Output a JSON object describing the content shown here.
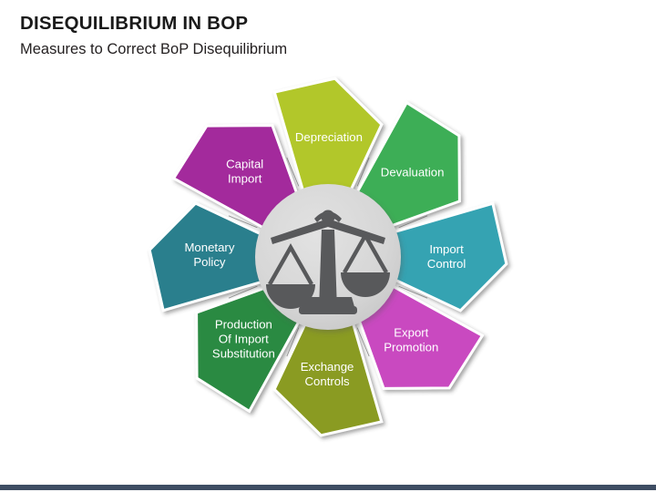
{
  "header": {
    "title": "DISEQUILIBRIUM IN BOP",
    "subtitle": "Measures to Correct BoP Disequilibrium"
  },
  "diagram": {
    "type": "radial-petal-wheel",
    "center_icon": "balance-scales-icon",
    "center_circle_color": "#d4d4d4",
    "center_icon_color": "#58595b",
    "segment_count": 8,
    "segments": [
      {
        "id": "depreciation",
        "label": "Depreciation",
        "lines": [
          "Depreciation"
        ],
        "color": "#b2c72c",
        "angle_deg": -90
      },
      {
        "id": "devaluation",
        "label": "Devaluation",
        "lines": [
          "Devaluation"
        ],
        "color": "#3cae56",
        "angle_deg": -45
      },
      {
        "id": "import-control",
        "label": "Import Control",
        "lines": [
          "Import",
          "Control"
        ],
        "color": "#36a3b2",
        "angle_deg": 0
      },
      {
        "id": "export-promotion",
        "label": "Export Promotion",
        "lines": [
          "Export",
          "Promotion"
        ],
        "color": "#c948c0",
        "angle_deg": 45
      },
      {
        "id": "exchange-controls",
        "label": "Exchange Controls",
        "lines": [
          "Exchange",
          "Controls"
        ],
        "color": "#8a9b20",
        "angle_deg": 90
      },
      {
        "id": "production-of-import-substitution",
        "label": "Production Of Import Substitution",
        "lines": [
          "Production",
          "Of Import",
          "Substitution"
        ],
        "color": "#2c8a43",
        "angle_deg": 135
      },
      {
        "id": "monetary-policy",
        "label": "Monetary Policy",
        "lines": [
          "Monetary",
          "Policy"
        ],
        "color": "#2b7f8d",
        "angle_deg": 180
      },
      {
        "id": "capital-import",
        "label": "Capital Import",
        "lines": [
          "Capital",
          "Import"
        ],
        "color": "#a32a9c",
        "angle_deg": -135
      }
    ]
  },
  "theme": {
    "background": "#ffffff",
    "footer_bar_color": "#3e4d63",
    "title_color": "#1a1a1a",
    "label_text_color": "#ffffff"
  }
}
